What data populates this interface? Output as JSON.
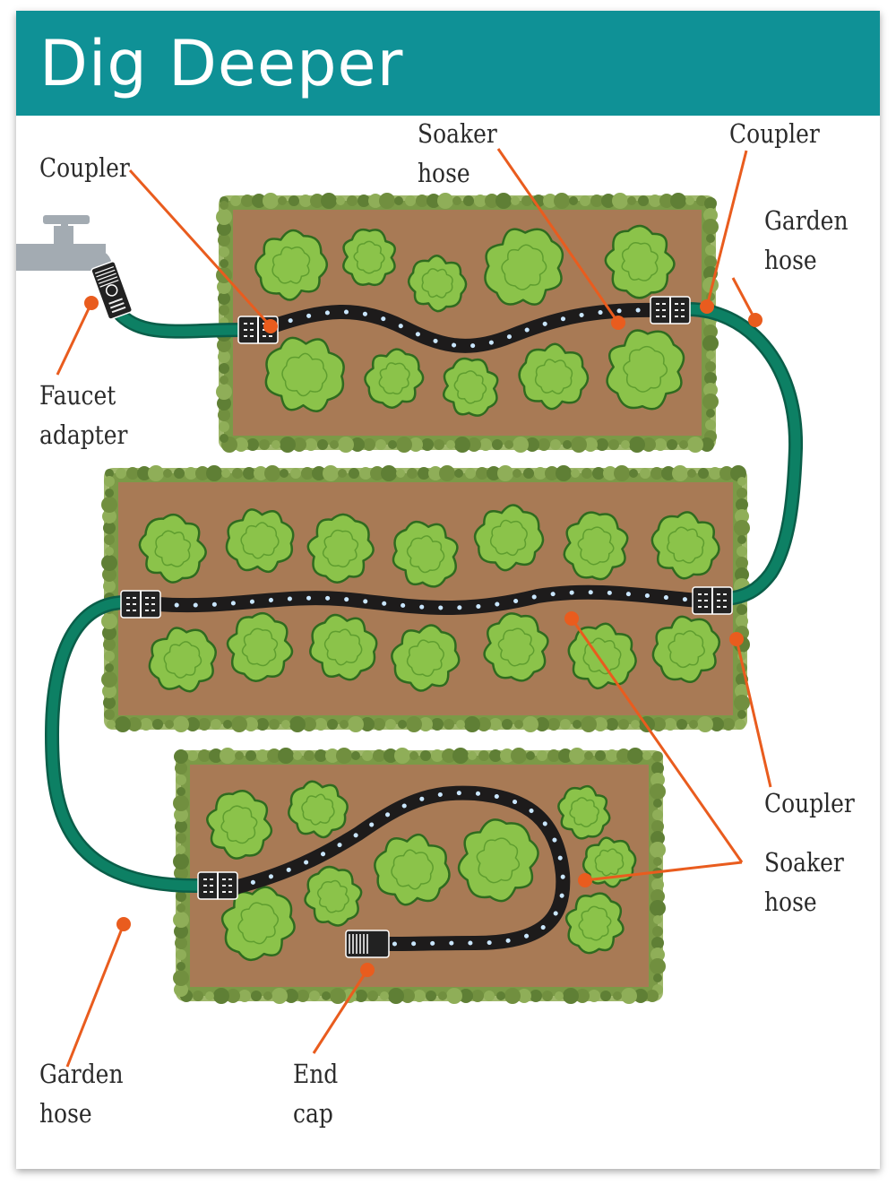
{
  "header": {
    "title": "Dig Deeper"
  },
  "colors": {
    "header_bg": "#0f9196",
    "soil": "#a87a55",
    "border_grass": "#7b9a47",
    "plant_fill": "#8bc34a",
    "plant_outline": "#2f6b1f",
    "garden_hose": "#0d8064",
    "soaker_hose": "#1d1b1b",
    "soaker_dots": "#c9e6ff",
    "callout": "#e95c1e",
    "faucet": "#a3abb2"
  },
  "icons": [
    "faucet-icon",
    "plant-icon",
    "coupler-icon",
    "end-cap-icon",
    "faucet-adapter-icon"
  ],
  "labels": {
    "coupler_top_left": [
      "Coupler"
    ],
    "soaker_top": [
      "Soaker",
      "hose"
    ],
    "coupler_top_right": [
      "Coupler"
    ],
    "garden_hose_right": [
      "Garden",
      "hose"
    ],
    "faucet_adapter": [
      "Faucet",
      "adapter"
    ],
    "coupler_right": [
      "Coupler"
    ],
    "soaker_right": [
      "Soaker",
      "hose"
    ],
    "garden_hose_bottom": [
      "Garden",
      "hose"
    ],
    "end_cap": [
      "End",
      "cap"
    ]
  }
}
